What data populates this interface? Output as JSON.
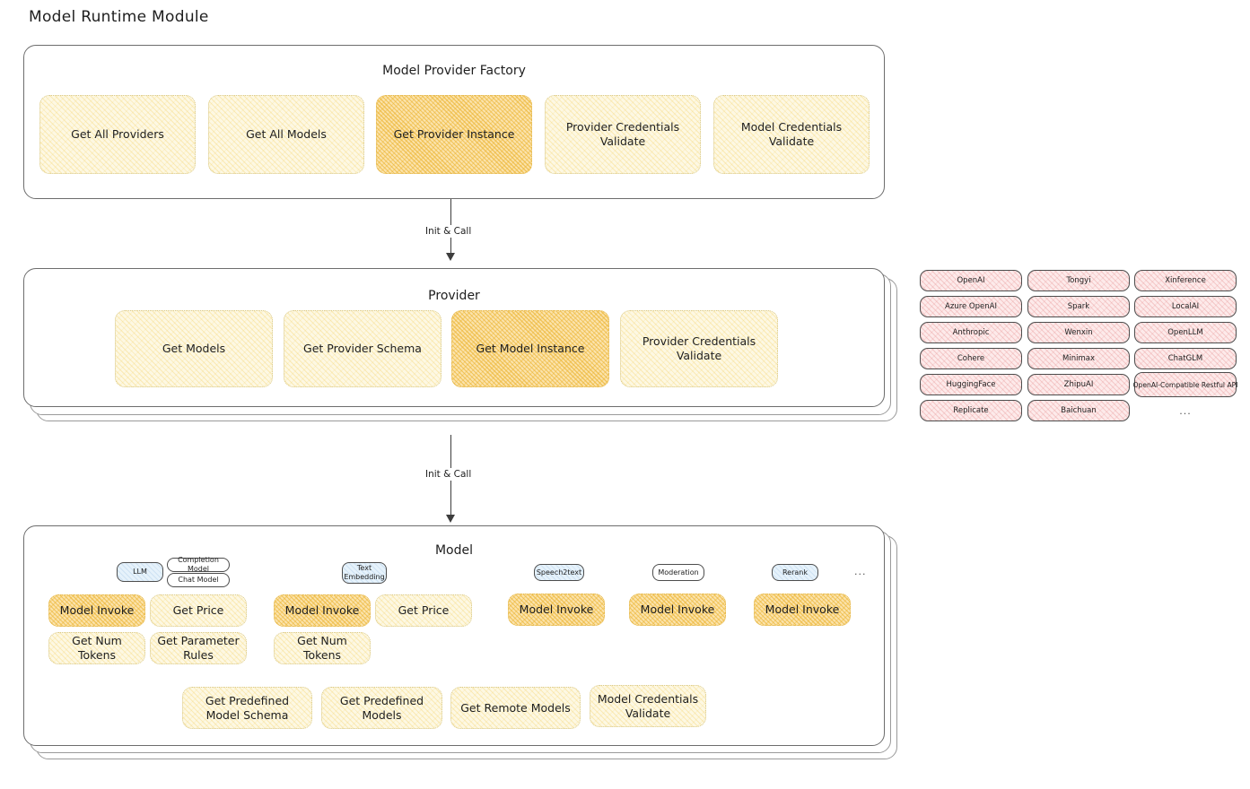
{
  "page": {
    "title": "Model Runtime Module",
    "accent_cream": "#fdf8e3",
    "accent_highlight": "#fbe3ac",
    "accent_pink": "#fdeaea",
    "accent_blue": "#e6f2fb",
    "stroke": "#1e1e1e"
  },
  "factory": {
    "title": "Model Provider Factory",
    "ops": [
      {
        "label": "Get All Providers",
        "highlight": false
      },
      {
        "label": "Get All Models",
        "highlight": false
      },
      {
        "label": "Get Provider Instance",
        "highlight": true
      },
      {
        "label": "Provider Credentials Validate",
        "highlight": false
      },
      {
        "label": "Model Credentials Validate",
        "highlight": false
      }
    ]
  },
  "arrows": [
    {
      "label": "Init & Call"
    },
    {
      "label": "Init & Call"
    }
  ],
  "provider": {
    "title": "Provider",
    "ops": [
      {
        "label": "Get Models",
        "highlight": false
      },
      {
        "label": "Get Provider Schema",
        "highlight": false
      },
      {
        "label": "Get Model Instance",
        "highlight": true
      },
      {
        "label": "Provider Credentials Validate",
        "highlight": false
      }
    ]
  },
  "provider_list": {
    "columns": [
      [
        "OpenAI",
        "Azure OpenAI",
        "Anthropic",
        "Cohere",
        "HuggingFace",
        "Replicate"
      ],
      [
        "Tongyi",
        "Spark",
        "Wenxin",
        "Minimax",
        "ZhipuAI",
        "Baichuan"
      ],
      [
        "Xinference",
        "LocalAI",
        "OpenLLM",
        "ChatGLM",
        "OpenAI-Compatible Restful API"
      ]
    ],
    "ellipsis": "..."
  },
  "model": {
    "title": "Model",
    "ellipsis": "...",
    "types": [
      {
        "badge": "LLM",
        "badge_style": "blue",
        "sub_badges": [
          "Completion Model",
          "Chat Model"
        ],
        "ops": [
          {
            "label": "Model Invoke",
            "highlight": true
          },
          {
            "label": "Get Price",
            "highlight": false
          },
          {
            "label": "Get Num Tokens",
            "highlight": false
          },
          {
            "label": "Get Parameter Rules",
            "highlight": false
          }
        ]
      },
      {
        "badge": "Text\nEmbedding",
        "badge_style": "blue",
        "sub_badges": [],
        "ops": [
          {
            "label": "Model Invoke",
            "highlight": true
          },
          {
            "label": "Get Price",
            "highlight": false
          },
          {
            "label": "Get Num Tokens",
            "highlight": false
          }
        ]
      },
      {
        "badge": "Speech2text",
        "badge_style": "blue",
        "sub_badges": [],
        "ops": [
          {
            "label": "Model Invoke",
            "highlight": true
          }
        ]
      },
      {
        "badge": "Moderation",
        "badge_style": "white",
        "sub_badges": [],
        "ops": [
          {
            "label": "Model Invoke",
            "highlight": true
          }
        ]
      },
      {
        "badge": "Rerank",
        "badge_style": "blue",
        "sub_badges": [],
        "ops": [
          {
            "label": "Model Invoke",
            "highlight": true
          }
        ]
      }
    ],
    "common_ops": [
      {
        "label": "Get Predefined Model Schema"
      },
      {
        "label": "Get Predefined Models"
      },
      {
        "label": "Get Remote Models"
      },
      {
        "label": "Model Credentials Validate"
      }
    ]
  }
}
